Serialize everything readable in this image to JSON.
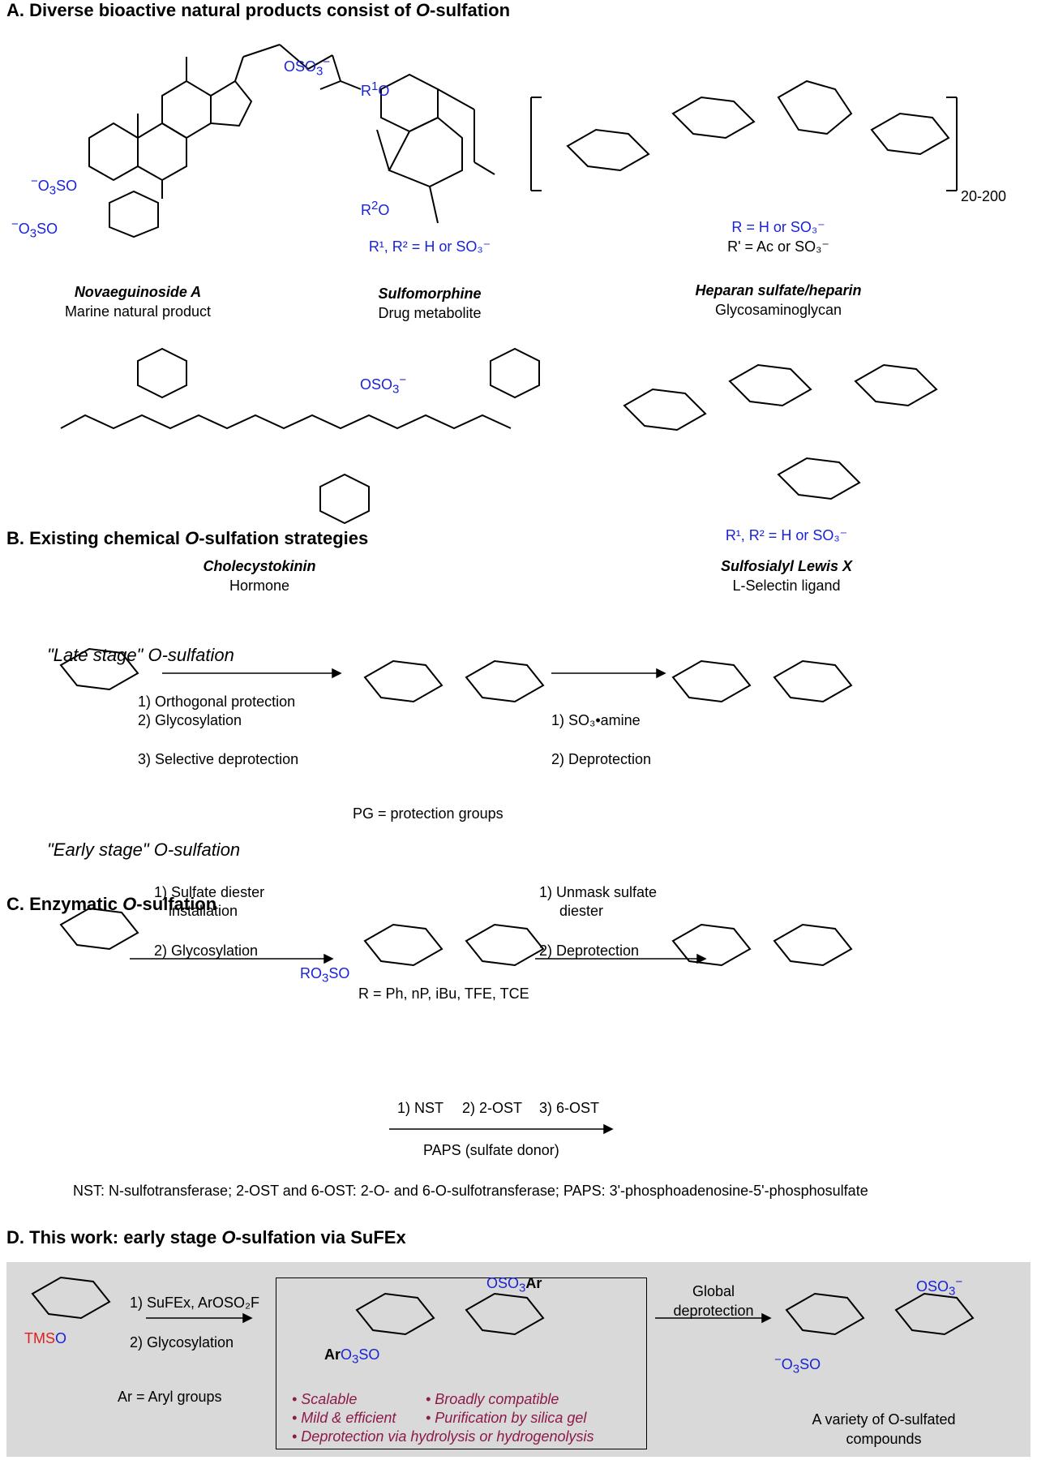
{
  "sections": {
    "a": {
      "letter": "A.",
      "text": "Diverse bioactive natural products consist of ",
      "ital": "O",
      "rest": "-sulfation"
    },
    "b": {
      "letter": "B.",
      "text": "Existing chemical ",
      "ital": "O",
      "rest": "-sulfation strategies"
    },
    "c": {
      "letter": "C.",
      "text": "Enzymatic ",
      "ital": "O",
      "rest": "-sulfation"
    },
    "d": {
      "letter": "D.",
      "text": "This work: early stage ",
      "ital": "O",
      "rest": "-sulfation via SuFEx"
    }
  },
  "molecules": {
    "novaeguinoside": {
      "name": "Novaeguinoside A",
      "desc": "Marine natural product"
    },
    "sulfomorphine": {
      "name": "Sulfomorphine",
      "desc": "Drug metabolite",
      "r_def": "R¹, R² = H or SO₃⁻"
    },
    "heparan": {
      "name": "Heparan sulfate/heparin",
      "desc": "Glycosaminoglycan",
      "r_def": "R = H or SO₃⁻",
      "r2_def": "R' = Ac or SO₃⁻",
      "repeat": "20-200"
    },
    "cholecystokinin": {
      "name": "Cholecystokinin",
      "desc": "Hormone"
    },
    "lewisx": {
      "name": "Sulfosialyl Lewis X",
      "desc": "L-Selectin ligand",
      "r_def": "R¹, R² = H or SO₃⁻"
    }
  },
  "late_stage": {
    "title": "\"Late stage\" O-sulfation",
    "step1": [
      "1) Orthogonal protection",
      "2) Glycosylation",
      "3) Selective deprotection"
    ],
    "step2": [
      "1) SO₃•amine",
      "2) Deprotection"
    ],
    "pg_def": "PG = protection groups"
  },
  "early_stage": {
    "title": "\"Early stage\" O-sulfation",
    "step1": [
      "1) Sulfate diester",
      "installation",
      "2) Glycosylation"
    ],
    "step2": [
      "1) Unmask sulfate",
      "diester",
      "2) Deprotection"
    ],
    "r_def": "R = Ph, nP, iBu, TFE, TCE"
  },
  "enzymatic": {
    "steps": [
      "1) NST",
      "2) 2-OST",
      "3) 6-OST"
    ],
    "donor": "PAPS (sulfate donor)",
    "footnote": "NST: N-sulfotransferase; 2-OST and 6-OST: 2-O- and 6-O-sulfotransferase; PAPS: 3'-phosphoadenosine-5'-phosphosulfate"
  },
  "this_work": {
    "step1": "1) SuFEx, ArOSO₂F",
    "step2": "2) Glycosylation",
    "ar_def": "Ar = Aryl groups",
    "bullets": [
      "• Scalable",
      "• Broadly compatible",
      "• Mild & efficient",
      "• Purification by silica gel",
      "• Deprotection via hydrolysis or hydrogenolysis"
    ],
    "global": [
      "Global",
      "deprotection"
    ],
    "result": [
      "A variety of O-sulfated",
      "compounds"
    ]
  },
  "colors": {
    "blue": "#1a22d8",
    "red": "#e0201a",
    "maroon": "#8c1a4a",
    "panel": "#d9d9d9"
  }
}
